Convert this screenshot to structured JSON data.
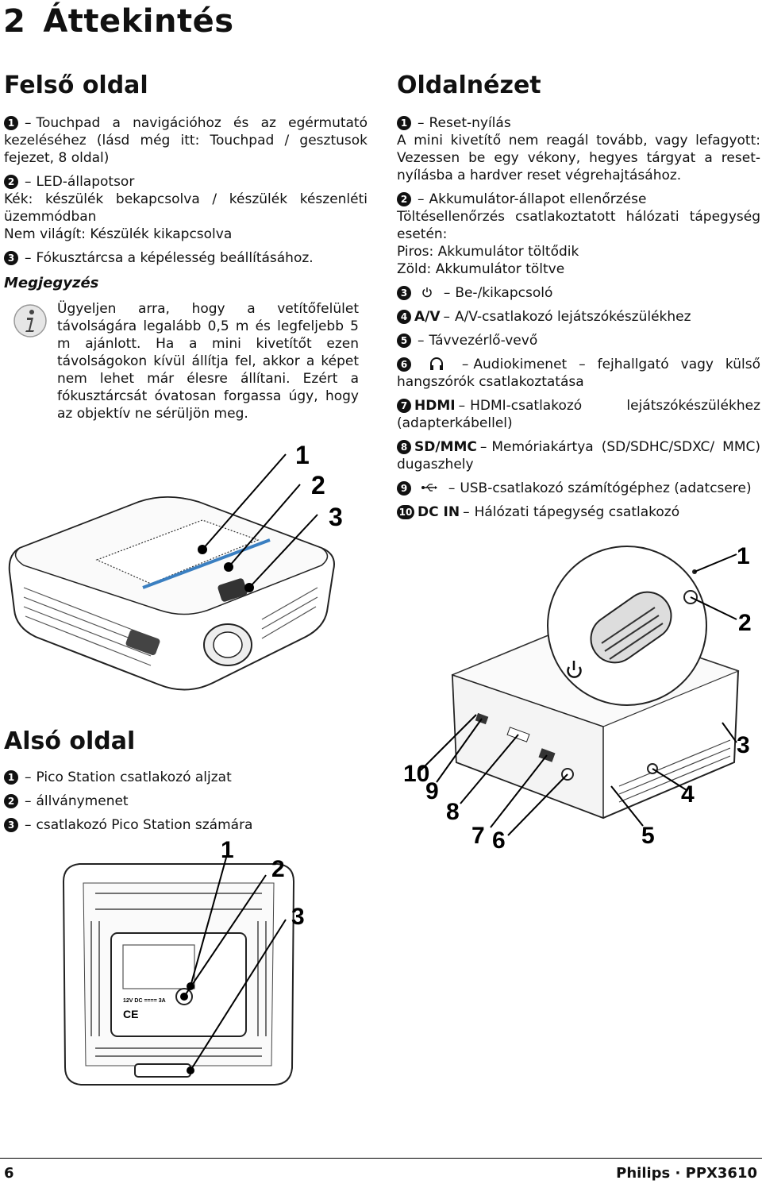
{
  "chapter": {
    "number": "2",
    "title": "Áttekintés"
  },
  "top_side": {
    "heading": "Felső oldal",
    "items": [
      {
        "num": "1",
        "text": "Touchpad a navigációhoz és az egérmutató kezeléséhez (lásd még itt: Touchpad / gesztusok fejezet, 8 oldal)"
      },
      {
        "num": "2",
        "text": "LED-állapotsor",
        "extra": [
          "Kék: készülék bekapcsolva / készülék készenléti üzemmódban",
          "Nem világít: Készülék kikapcsolva"
        ]
      },
      {
        "num": "3",
        "text": "Fókusztárcsa a képélesség beállításához."
      }
    ],
    "note_title": "Megjegyzés",
    "note_text": "Ügyeljen arra, hogy a vetítőfelület távolságára legalább 0,5 m és legfeljebb 5 m ajánlott. Ha a mini kivetítőt ezen távolságokon kívül állítja fel, akkor a képet nem lehet már élesre állítani. Ezért a fókusztárcsát óvatosan forgassa úgy, hogy az objektív ne sérüljön meg.",
    "callouts": [
      "1",
      "2",
      "3"
    ]
  },
  "bottom_side": {
    "heading": "Alsó oldal",
    "items": [
      {
        "num": "1",
        "text": "Pico Station csatlakozó aljzat"
      },
      {
        "num": "2",
        "text": "állványmenet"
      },
      {
        "num": "3",
        "text": "csatlakozó Pico Station számára"
      }
    ],
    "label_power": "12V DC ==== 3A",
    "callouts": [
      "1",
      "2",
      "3"
    ]
  },
  "side_view": {
    "heading": "Oldalnézet",
    "items": [
      {
        "num": "1",
        "title": "Reset-nyílás",
        "desc": "A mini kivetítő nem reagál tovább, vagy lefagyott: Vezessen be egy vékony, hegyes tárgyat a reset-nyílásba a hardver reset végrehajtásához."
      },
      {
        "num": "2",
        "title": "Akkumulátor-állapot ellenőrzése",
        "desc": "Töltésellenőrzés csatlakoztatott hálózati tápegység esetén:",
        "extra": [
          "Piros: Akkumulátor töltődik",
          "Zöld: Akkumulátor töltve"
        ]
      },
      {
        "num": "3",
        "icon": "power-icon",
        "text": "Be-/kikapcsoló"
      },
      {
        "num": "4",
        "label": "A/V",
        "text": "A/V-csatlakozó lejátszókészülékhez"
      },
      {
        "num": "5",
        "text": "Távvezérlő-vevő"
      },
      {
        "num": "6",
        "icon": "headphones-icon",
        "text": "Audiokimenet – fejhallgató vagy külső hangszórók csatlakoztatása"
      },
      {
        "num": "7",
        "label": "HDMI",
        "text": "HDMI-csatlakozó lejátszókészülékhez (adapterkábellel)"
      },
      {
        "num": "8",
        "label": "SD/MMC",
        "text": "Memóriakártya (SD/SDHC/SDXC/ MMC) dugaszhely"
      },
      {
        "num": "9",
        "icon": "usb-icon",
        "text": "USB-csatlakozó számítógéphez (adatcsere)"
      },
      {
        "num": "10",
        "label": "DC IN",
        "text": "Hálózati tápegység csatlakozó"
      }
    ],
    "callouts": [
      "1",
      "2",
      "3",
      "4",
      "5",
      "6",
      "7",
      "8",
      "9",
      "10"
    ]
  },
  "footer": {
    "page": "6",
    "product": "Philips · PPX3610"
  }
}
